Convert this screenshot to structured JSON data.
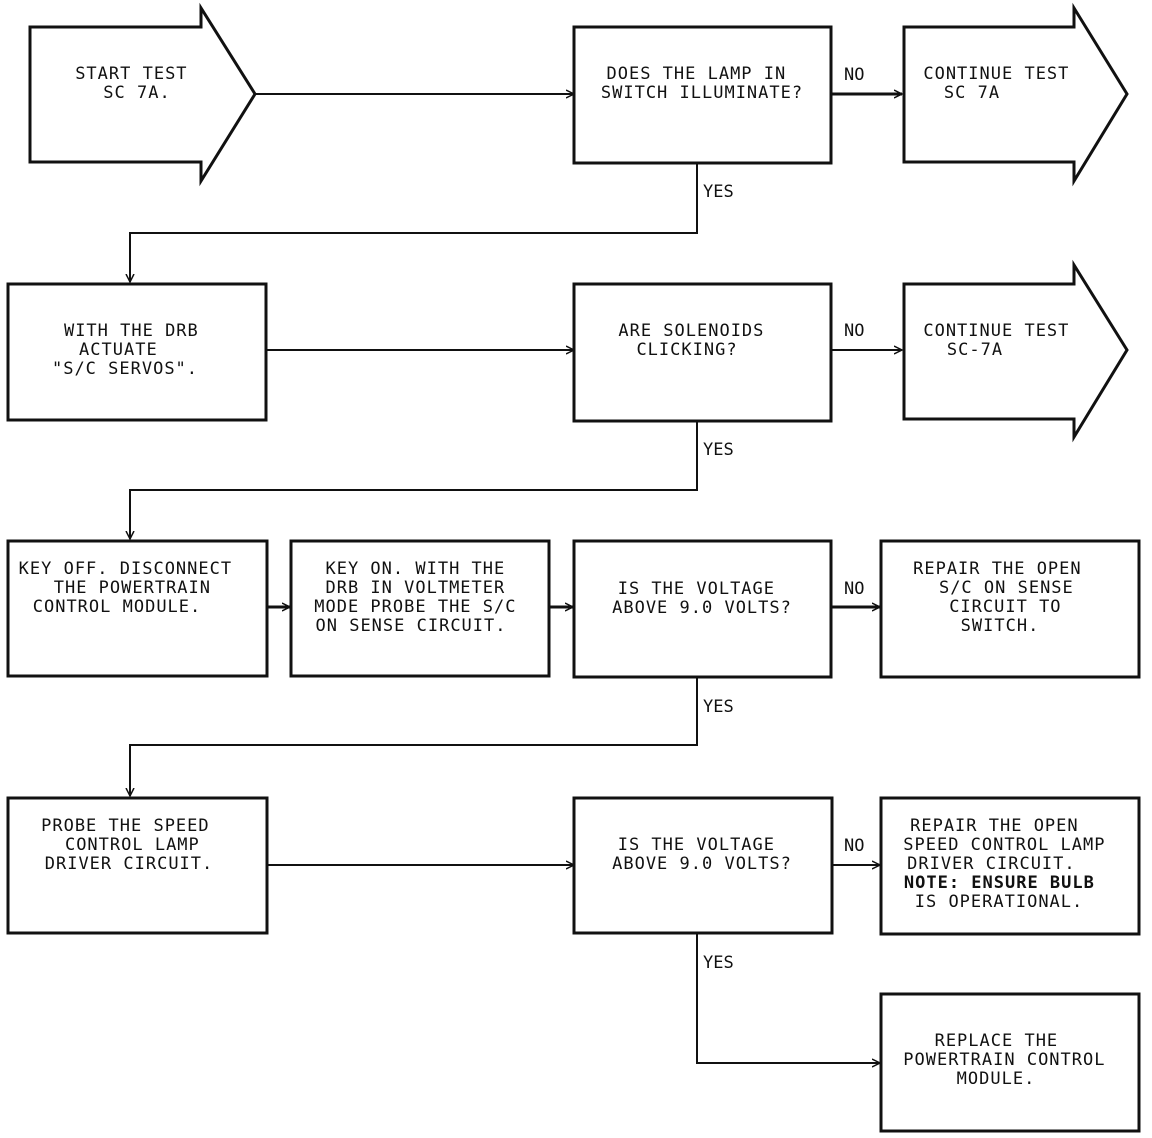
{
  "nodes": {
    "start": {
      "lines": [
        "START TEST",
        "SC 7A."
      ]
    },
    "q_lamp": {
      "lines": [
        "DOES THE LAMP IN",
        "SWITCH ILLUMINATE?"
      ]
    },
    "cont1": {
      "lines": [
        "CONTINUE TEST",
        "SC 7A"
      ]
    },
    "actuate": {
      "lines": [
        "WITH THE DRB",
        "ACTUATE",
        "\"S/C SERVOS\"."
      ]
    },
    "q_sol": {
      "lines": [
        "ARE SOLENOIDS",
        "CLICKING?"
      ]
    },
    "cont2": {
      "lines": [
        "CONTINUE TEST",
        "SC-7A"
      ]
    },
    "keyoff": {
      "lines": [
        "KEY OFF. DISCONNECT",
        "THE POWERTRAIN",
        "CONTROL MODULE."
      ]
    },
    "keyon": {
      "lines": [
        "KEY ON. WITH THE",
        "DRB IN VOLTMETER",
        "MODE PROBE THE S/C",
        "ON SENSE CIRCUIT."
      ]
    },
    "q_v1": {
      "lines": [
        "IS THE VOLTAGE",
        "ABOVE 9.0 VOLTS?"
      ]
    },
    "repair1": {
      "lines": [
        "REPAIR THE OPEN",
        "S/C ON SENSE",
        "CIRCUIT TO",
        "SWITCH."
      ]
    },
    "probe": {
      "lines": [
        "PROBE THE SPEED",
        "CONTROL LAMP",
        "DRIVER CIRCUIT."
      ]
    },
    "q_v2": {
      "lines": [
        "IS THE VOLTAGE",
        "ABOVE 9.0 VOLTS?"
      ]
    },
    "repair2": {
      "lines": [
        "REPAIR THE OPEN",
        "SPEED CONTROL LAMP",
        "DRIVER CIRCUIT.",
        "NOTE: ENSURE BULB",
        "IS OPERATIONAL."
      ]
    },
    "replace": {
      "lines": [
        "REPLACE THE",
        "POWERTRAIN CONTROL",
        "MODULE."
      ]
    }
  },
  "edge_labels": {
    "no": "NO",
    "yes": "YES"
  }
}
